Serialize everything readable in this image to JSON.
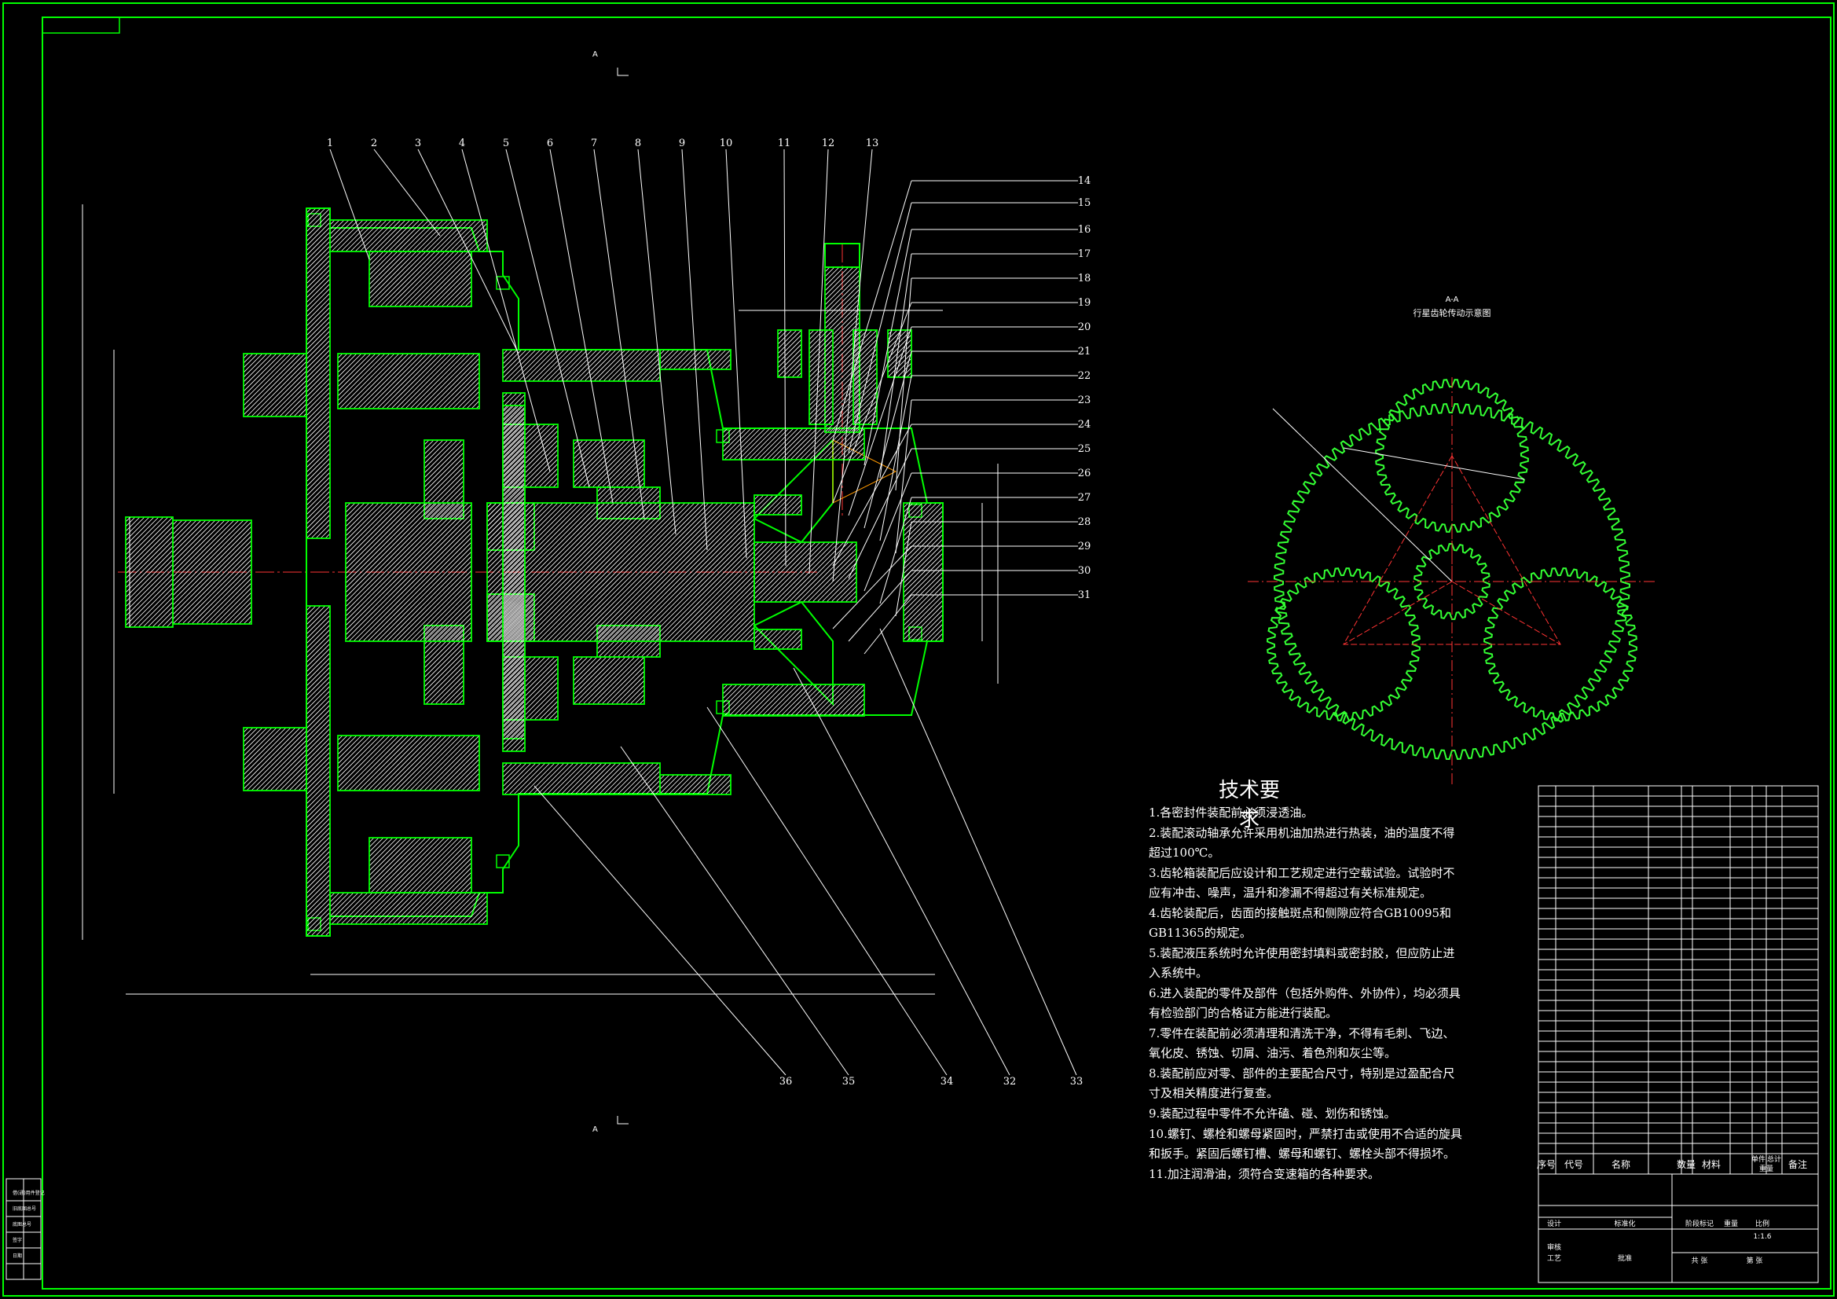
{
  "drawing": {
    "colors": {
      "background": "#000000",
      "frame": "#00ff00",
      "body": "#00ff00",
      "hatch": "#ffffff",
      "center": "#ff3333",
      "dim": "#ffffff",
      "leader": "#ffffff"
    }
  },
  "balloons_top": [
    "1",
    "2",
    "3",
    "4",
    "5",
    "6",
    "7",
    "8",
    "9",
    "10",
    "11",
    "12",
    "13"
  ],
  "balloons_right": [
    "14",
    "15",
    "16",
    "17",
    "18",
    "19",
    "20",
    "21",
    "22",
    "23",
    "24",
    "25",
    "26",
    "27",
    "28",
    "29",
    "30",
    "31"
  ],
  "balloons_bottom": [
    "36",
    "35",
    "34",
    "32",
    "33"
  ],
  "section": {
    "label": "A-A",
    "title": "行星齿轮传动示意图"
  },
  "section_mark_top": "A",
  "section_mark_bottom": "A",
  "tech_req": {
    "title": "技术要求",
    "items": [
      "1.各密封件装配前必须浸透油。",
      "2.装配滚动轴承允许采用机油加热进行热装，油的温度不得超过100℃。",
      "3.齿轮箱装配后应设计和工艺规定进行空载试验。试验时不应有冲击、噪声，温升和渗漏不得超过有关标准规定。",
      "4.齿轮装配后，齿面的接触斑点和侧隙应符合GB10095和GB11365的规定。",
      "5.装配液压系统时允许使用密封填料或密封胶，但应防止进入系统中。",
      "6.进入装配的零件及部件（包括外购件、外协件），均必须具有检验部门的合格证方能进行装配。",
      "7.零件在装配前必须清理和清洗干净，不得有毛刺、飞边、氧化皮、锈蚀、切屑、油污、着色剂和灰尘等。",
      "8.装配前应对零、部件的主要配合尺寸，特别是过盈配合尺寸及相关精度进行复查。",
      "9.装配过程中零件不允许磕、碰、划伤和锈蚀。",
      "10.螺钉、螺栓和螺母紧固时，严禁打击或使用不合适的旋具和扳手。紧固后螺钉槽、螺母和螺钉、螺栓头部不得损坏。",
      "11.加注润滑油，须符合变速箱的各种要求。"
    ]
  },
  "bom_header": {
    "no": "序号",
    "code": "代号",
    "name": "名称",
    "qty": "数量",
    "material": "材料",
    "single": "单件",
    "total": "总计",
    "weight": "重量",
    "note": "备注"
  },
  "title_block": {
    "scale_label": "比例",
    "scale": "1:1.6",
    "weight_label": "重量",
    "stage_label": "阶段标记",
    "sheet_total": "共  张",
    "sheet_no": "第  张",
    "designer": "设计",
    "checker": "审核",
    "process": "工艺",
    "standard": "标准化",
    "approve": "批准"
  },
  "left_strip": [
    "借(通)用件登记",
    "旧底图总号",
    "底图总号",
    "签字",
    "日期"
  ]
}
